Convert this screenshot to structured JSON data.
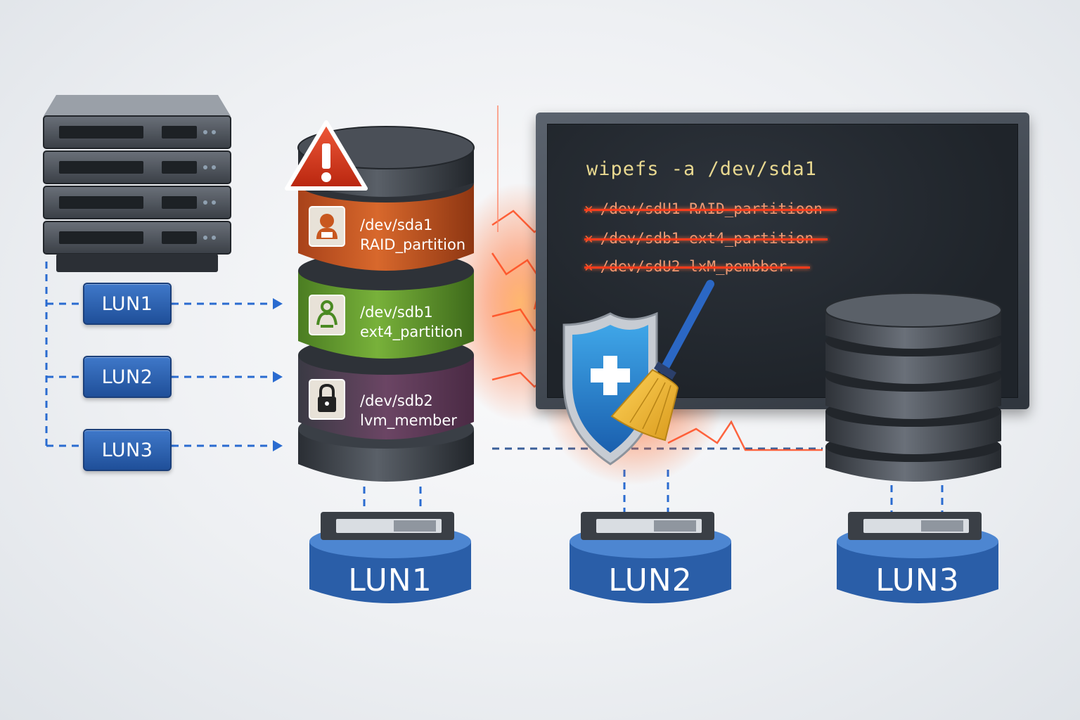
{
  "left_luns": [
    "LUN1",
    "LUN2",
    "LUN3"
  ],
  "partitions": [
    {
      "device": "/dev/sda1",
      "type": "RAID_partition",
      "color": "#c8571f",
      "icon": "user-icon"
    },
    {
      "device": "/dev/sdb1",
      "type": "ext4_partition",
      "color": "#5c9a2c",
      "icon": "person-recycle-icon"
    },
    {
      "device": "/dev/sdb2",
      "type": "lvm_member",
      "color": "#6a3f5e",
      "icon": "lock-icon"
    }
  ],
  "terminal": {
    "command": "wipefs -a /dev/sda1",
    "lines": [
      "/dev/sdU1 RAID_partitioon",
      "/dev/sdb1 ext4_partition",
      "/dev/sdU2 lxM_pembber."
    ]
  },
  "bottom_luns": [
    "LUN1",
    "LUN2",
    "LUN3"
  ],
  "colors": {
    "accent_blue": "#2a5ea8",
    "warning_red": "#d9381e",
    "strike_red": "#ff3b1b",
    "command_yellow": "#e8d890"
  }
}
